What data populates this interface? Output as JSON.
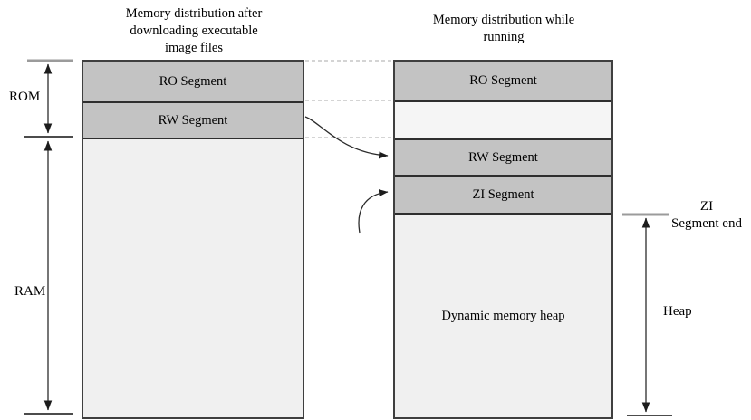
{
  "left_panel": {
    "title": "Memory distribution after downloading executable image files",
    "segments": [
      {
        "label": "RO Segment",
        "type": "gray"
      },
      {
        "label": "RW Segment",
        "type": "gray"
      },
      {
        "label": "",
        "type": "light"
      }
    ]
  },
  "right_panel": {
    "title": "Memory distribution while running",
    "segments": [
      {
        "label": "RO Segment",
        "type": "gray"
      },
      {
        "label": "",
        "type": "light"
      },
      {
        "label": "RW Segment",
        "type": "gray"
      },
      {
        "label": "ZI Segment",
        "type": "gray"
      },
      {
        "label": "Dynamic memory heap",
        "type": "light"
      }
    ]
  },
  "side_labels": {
    "rom": "ROM",
    "ram": "RAM",
    "heap": "Heap",
    "zi_end_line1": "ZI",
    "zi_end_line2": "Segment end"
  },
  "icons": {
    "rom_extent": "double-headed-arrow",
    "ram_extent": "double-headed-arrow",
    "heap_extent": "double-headed-arrow",
    "rw_mapping": "curved-arrow",
    "zi_mapping": "curved-arrow"
  },
  "colors": {
    "segment_gray": "#c3c3c3",
    "segment_light": "#f0f0f0",
    "column_border": "#3f3f3f",
    "segment_divider": "#2e2e2e",
    "dashed_guide": "#c6c6c6",
    "tick_gray": "#9b9b9b",
    "tick_black": "#111111",
    "arrow": "#333333"
  }
}
